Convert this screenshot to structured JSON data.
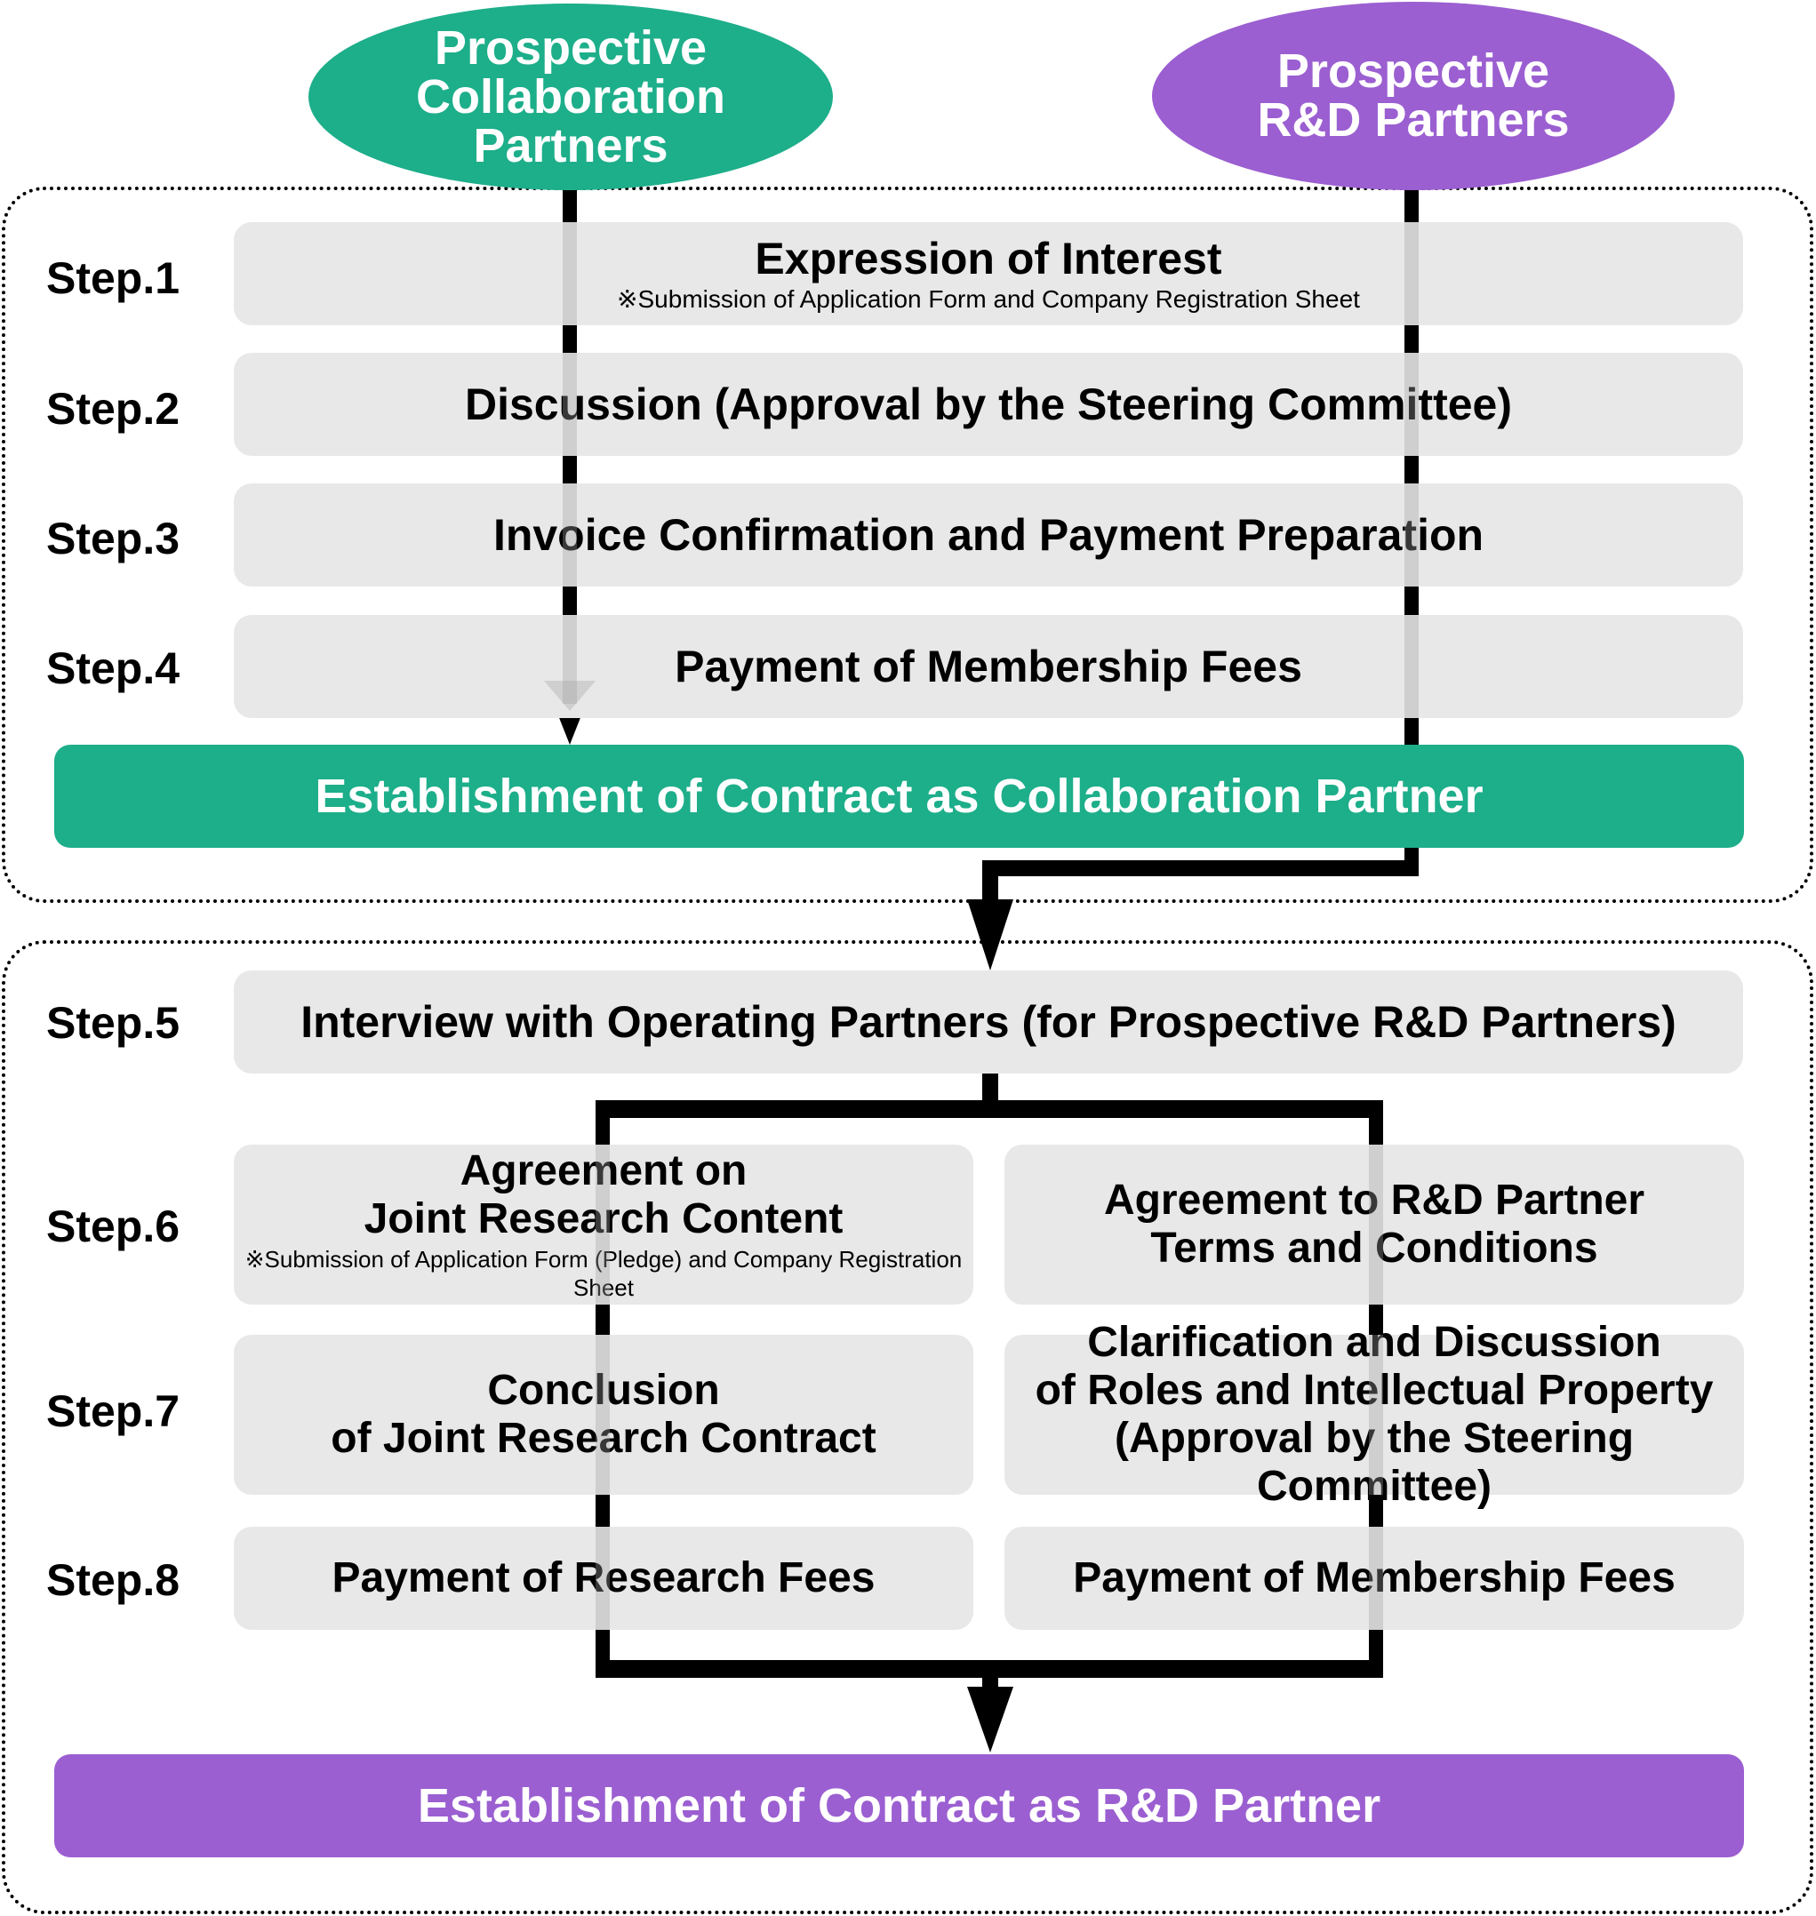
{
  "colors": {
    "collaboration": "#1dae8a",
    "rnd": "#9b5fd1",
    "card_bg": "#e8e8e8",
    "line": "#000000",
    "line_overlay": "#cfcfcf"
  },
  "start_nodes": {
    "collaboration": "Prospective\nCollaboration\nPartners",
    "rnd": "Prospective\nR&D Partners"
  },
  "phase1": {
    "steps": [
      {
        "label": "Step.1",
        "title": "Expression of Interest",
        "note": "※Submission of Application Form and Company Registration Sheet"
      },
      {
        "label": "Step.2",
        "title": "Discussion (Approval by the Steering Committee)"
      },
      {
        "label": "Step.3",
        "title": "Invoice Confirmation and Payment Preparation"
      },
      {
        "label": "Step.4",
        "title": "Payment of Membership Fees"
      }
    ],
    "outcome": "Establishment of Contract as Collaboration Partner"
  },
  "phase2": {
    "step5": {
      "label": "Step.5",
      "title": "Interview with Operating Partners (for Prospective R&D Partners)"
    },
    "step6": {
      "label": "Step.6",
      "left": {
        "title": "Agreement on\nJoint Research Content",
        "note": "※Submission of Application Form (Pledge) and Company Registration Sheet"
      },
      "right": {
        "title": "Agreement to R&D Partner\nTerms and Conditions"
      }
    },
    "step7": {
      "label": "Step.7",
      "left": {
        "title": "Conclusion\nof Joint Research Contract"
      },
      "right": {
        "title": "Clarification and Discussion\nof Roles and Intellectual Property\n(Approval by the Steering Committee)"
      }
    },
    "step8": {
      "label": "Step.8",
      "left": {
        "title": "Payment of Research Fees"
      },
      "right": {
        "title": "Payment of Membership Fees"
      }
    },
    "outcome": "Establishment of Contract as R&D Partner"
  }
}
